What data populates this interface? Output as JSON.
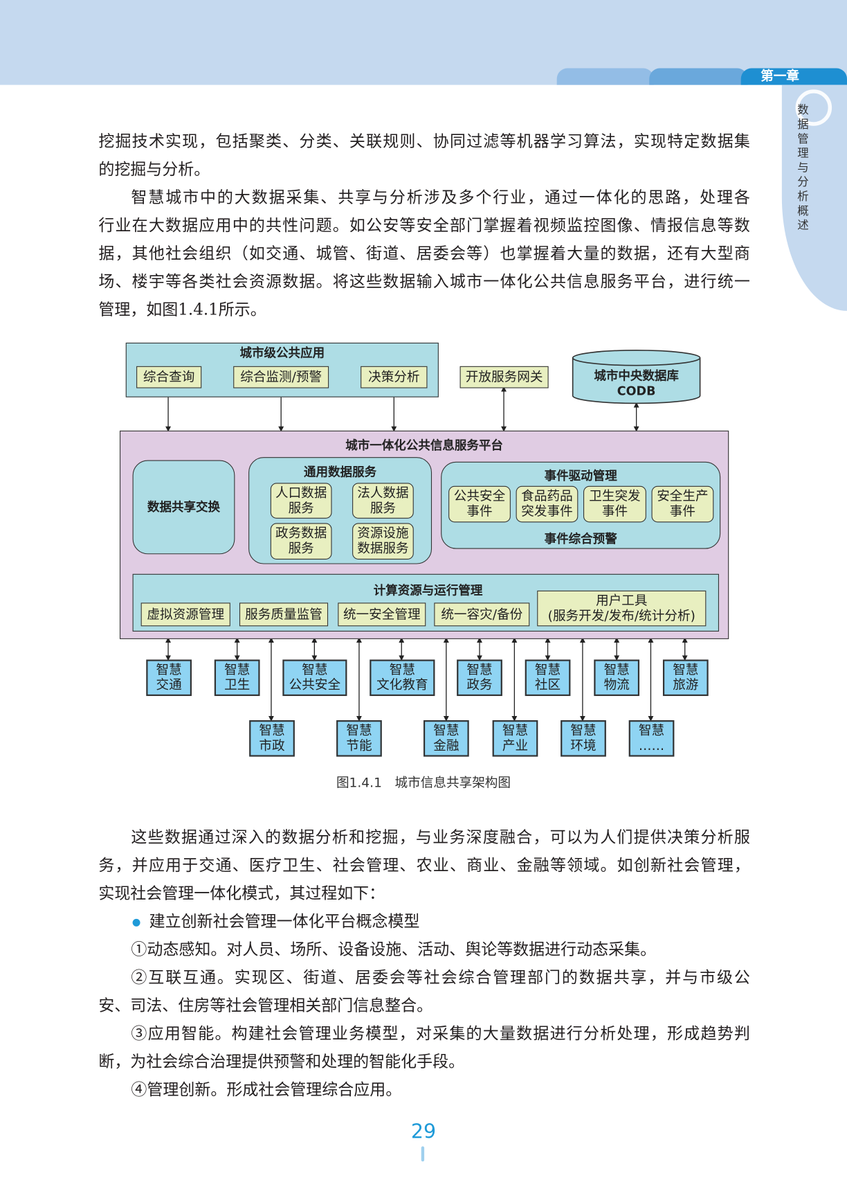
{
  "header": {
    "chapter": "第一章",
    "side_title": "数据管理与分析概述",
    "colors": {
      "band": "#c5d9ef",
      "chapter_tab": "#1e8fd2"
    }
  },
  "para1": [
    "挖掘技术实现，包括聚类、分类、关联规则、协同过滤等机器学习算法，实现特定数据集",
    "的挖掘与分析。"
  ],
  "para2": [
    "智慧城市中的大数据采集、共享与分析涉及多个行业，通过一体化的思路，处理各",
    "行业在大数据应用中的共性问题。如公安等安全部门掌握着视频监控图像、情报信息等数",
    "据，其他社会组织（如交通、城管、街道、居委会等）也掌握着大量的数据，还有大型商",
    "场、楼宇等各类社会资源数据。将这些数据输入城市一体化公共信息服务平台，进行统一",
    "管理，如图1.4.1所示。"
  ],
  "diagram": {
    "city_apps": {
      "title": "城市级公共应用",
      "items": [
        "综合查询",
        "综合监测/预警",
        "决策分析"
      ]
    },
    "gateway": "开放服务网关",
    "codb": [
      "城市中央数据库",
      "CODB"
    ],
    "platform": {
      "title": "城市一体化公共信息服务平台",
      "exchange": "数据共享交换",
      "general": {
        "title": "通用数据服务",
        "items": [
          [
            "人口数据",
            "服务"
          ],
          [
            "法人数据",
            "服务"
          ],
          [
            "政务数据",
            "服务"
          ],
          [
            "资源设施",
            "数据服务"
          ]
        ]
      },
      "event": {
        "title": "事件驱动管理",
        "items": [
          [
            "公共安全",
            "事件"
          ],
          [
            "食品药品",
            "突发事件"
          ],
          [
            "卫生突发",
            "事件"
          ],
          [
            "安全生产",
            "事件"
          ]
        ],
        "footer": "事件综合预警"
      },
      "compute": {
        "title": "计算资源与运行管理",
        "items": [
          "虚拟资源管理",
          "服务质量监管",
          "统一安全管理",
          "统一容灾/备份"
        ],
        "tools": [
          "用户工具",
          "(服务开发/发布/统计分析)"
        ]
      }
    },
    "smart_row1": [
      [
        "智慧",
        "交通"
      ],
      [
        "智慧",
        "卫生"
      ],
      [
        "智慧",
        "公共安全"
      ],
      [
        "智慧",
        "文化教育"
      ],
      [
        "智慧",
        "政务"
      ],
      [
        "智慧",
        "社区"
      ],
      [
        "智慧",
        "物流"
      ],
      [
        "智慧",
        "旅游"
      ]
    ],
    "smart_row2": [
      [
        "智慧",
        "市政"
      ],
      [
        "智慧",
        "节能"
      ],
      [
        "智慧",
        "金融"
      ],
      [
        "智慧",
        "产业"
      ],
      [
        "智慧",
        "环境"
      ],
      [
        "智慧",
        "……"
      ]
    ]
  },
  "caption": "图1.4.1　城市信息共享架构图",
  "para3": [
    "这些数据通过深入的数据分析和挖掘，与业务深度融合，可以为人们提供决策分析服",
    "务，并应用于交通、医疗卫生、社会管理、农业、商业、金融等领域。如创新社会管理，",
    "实现社会管理一体化模式，其过程如下："
  ],
  "bullet": "建立创新社会管理一体化平台概念模型",
  "item1": [
    "①动态感知。对人员、场所、设备设施、活动、舆论等数据进行动态采集。"
  ],
  "item2": [
    "②互联互通。实现区、街道、居委会等社会综合管理部门的数据共享，并与市级公",
    "安、司法、住房等社会管理相关部门信息整合。"
  ],
  "item3": [
    "③应用智能。构建社会管理业务模型，对采集的大量数据进行分析处理，形成趋势判",
    "断，为社会综合治理提供预警和处理的智能化手段。"
  ],
  "item4": [
    "④管理创新。形成社会管理综合应用。"
  ],
  "page_number": "29"
}
